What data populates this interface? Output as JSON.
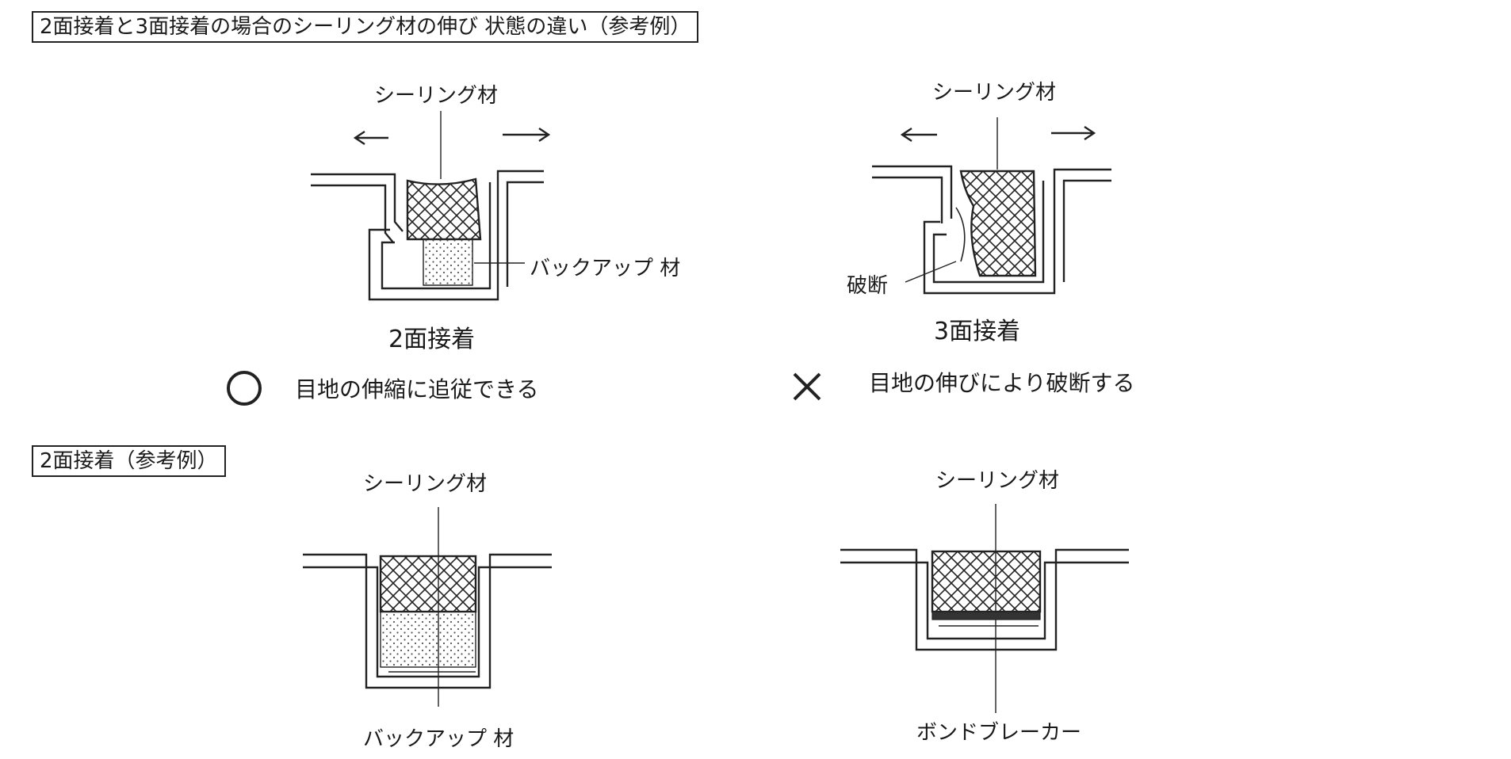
{
  "top_section": {
    "title": "2面接着と3面接着の場合のシーリング材の伸び 状態の違い（参考例）",
    "left": {
      "sealant_label": "シーリング材",
      "backup_label": "バックアップ 材",
      "caption": "2面接着",
      "verdict_symbol": "○",
      "verdict_text": "目地の伸縮に追従できる"
    },
    "right": {
      "sealant_label": "シーリング材",
      "fracture_label": "破断",
      "caption": "3面接着",
      "verdict_symbol": "✕",
      "verdict_text": "目地の伸びにより破断する"
    }
  },
  "bottom_section": {
    "title": "2面接着（参考例）",
    "left": {
      "sealant_label": "シーリング材",
      "backup_label": "バックアップ 材"
    },
    "right": {
      "sealant_label": "シーリング材",
      "breaker_label": "ボンドブレーカー"
    }
  },
  "colors": {
    "line": "#222222",
    "dots": "#666666"
  }
}
